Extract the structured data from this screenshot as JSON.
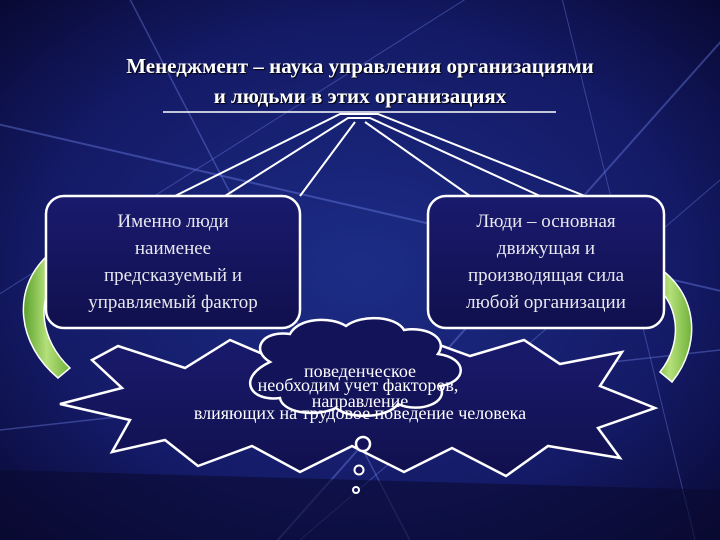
{
  "title": {
    "line1": "Менеджмент – наука управления организациями",
    "line2": "и людьми в этих организациях"
  },
  "left_box": {
    "lines": [
      "Именно люди",
      "наименее",
      "предсказуемый и",
      "управляемый фактор"
    ]
  },
  "right_box": {
    "lines": [
      "Люди – основная",
      "движущая и",
      "производящая сила",
      "любой организации"
    ]
  },
  "thought_cloud": {
    "line1": "поведенческое",
    "line2": "направление"
  },
  "explosion": {
    "line1": "необходим учет факторов,",
    "line2": "влияющих на трудовое поведение человека"
  },
  "colors": {
    "background": "#0b0b3a",
    "box_border": "#ffffff",
    "arrow_green": "#8fd14f",
    "text": "#ffffff"
  }
}
